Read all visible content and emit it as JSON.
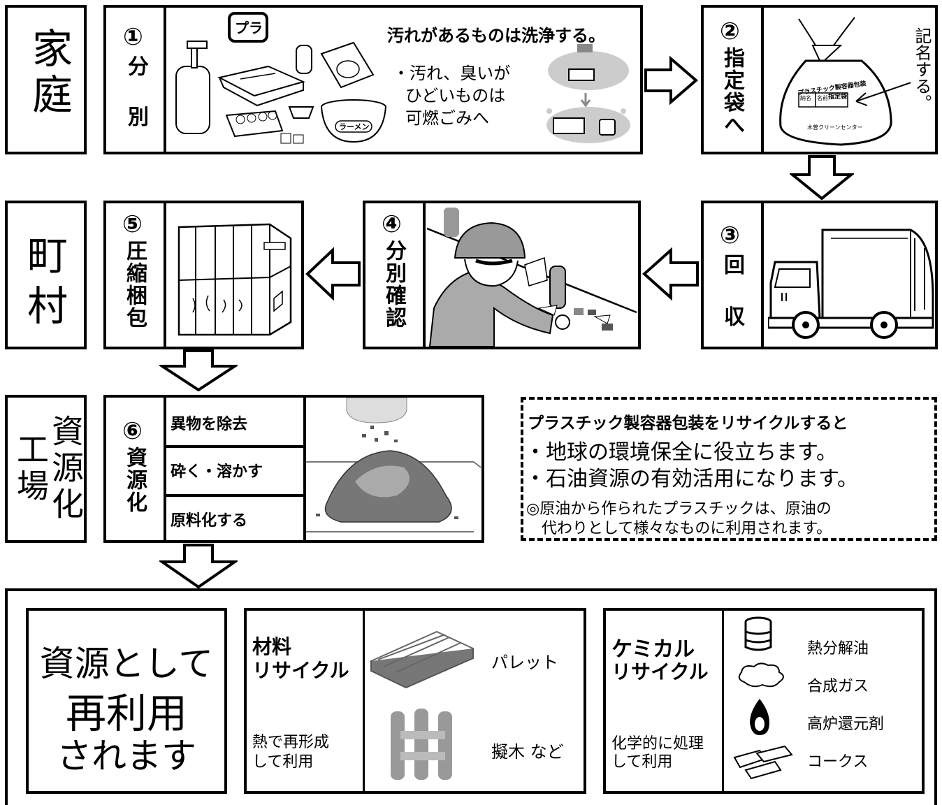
{
  "stages": {
    "home": "家庭",
    "town": [
      "町",
      "村"
    ],
    "factory_right": "資源化",
    "factory_left": "工場"
  },
  "steps": {
    "s1": {
      "num": "①",
      "label": "分別",
      "heading": "汚れがあるものは洗浄する。",
      "note": [
        "・汚れ、臭いが",
        "ひどいものは",
        "可燃ごみへ"
      ],
      "recycle_mark": "プラ",
      "bowl_label": "ラーメン"
    },
    "s2": {
      "num": "②",
      "label": "指定袋へ",
      "callout": "記名する。",
      "bag_lines": [
        "プラスチック製容器包装",
        "指定袋"
      ],
      "bag_fields": [
        "納名",
        "名前"
      ],
      "bag_footer": "木曽クリーンセンター"
    },
    "s3": {
      "num": "③",
      "label": "回収"
    },
    "s4": {
      "num": "④",
      "label": "分別確認"
    },
    "s5": {
      "num": "⑤",
      "label": "圧縮梱包"
    },
    "s6": {
      "num": "⑥",
      "label": "資源化",
      "processes": [
        "異物を除去",
        "砕く・溶かす",
        "原料化する"
      ]
    }
  },
  "info": {
    "title": "プラスチック製容器包装をリサイクルすると",
    "points": [
      "・地球の環境保全に役立ちます。",
      "・石油資源の有効活用になります。"
    ],
    "note": [
      "◎原油から作られたプラスチックは、原油の",
      "代わりとして様々なものに利用されます。"
    ]
  },
  "final": {
    "reuse": [
      "資源として",
      "再利用",
      "されます"
    ],
    "material": {
      "title": [
        "材料",
        "リサイクル"
      ],
      "desc": [
        "熱で再形成",
        "して利用"
      ],
      "items": [
        "パレット",
        "擬木 など"
      ]
    },
    "chemical": {
      "title": [
        "ケミカル",
        "リサイクル"
      ],
      "desc": [
        "化学的に処理",
        "して利用"
      ],
      "items": [
        "熱分解油",
        "合成ガス",
        "高炉還元剤",
        "コークス"
      ]
    }
  }
}
